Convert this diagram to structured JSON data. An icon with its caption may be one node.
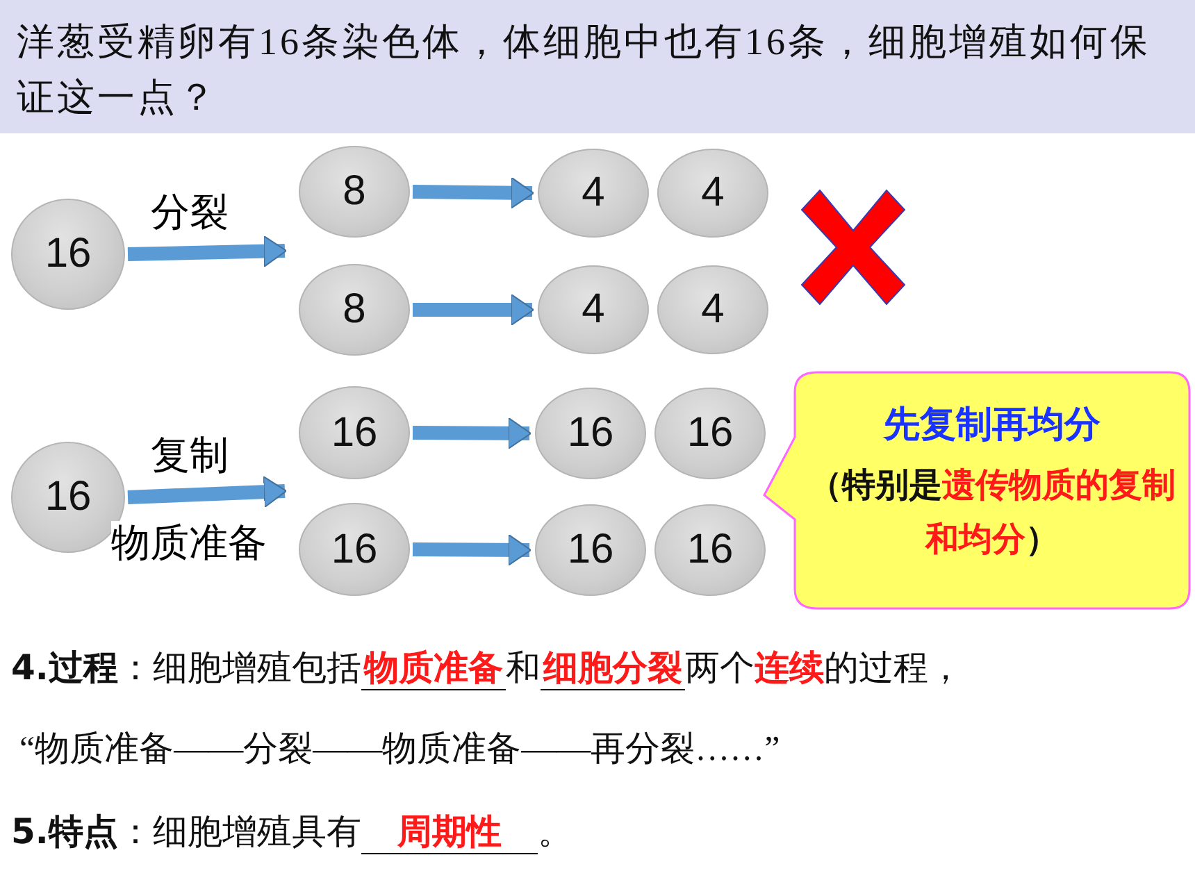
{
  "diagram": {
    "title": "洋葱受精卵有16条染色体，体细胞中也有16条，细胞增殖如何保证这一点？",
    "nodes": [
      {
        "text": [
          "16"
        ]
      },
      {
        "text": [
          "8"
        ]
      },
      {
        "text": [
          "8"
        ]
      },
      {
        "text": [
          "4"
        ]
      },
      {
        "text": [
          "4"
        ]
      },
      {
        "text": [
          "4"
        ]
      },
      {
        "text": [
          "4"
        ]
      },
      {
        "text": [
          "16"
        ]
      },
      {
        "text": [
          "16"
        ]
      },
      {
        "text": [
          "16"
        ]
      },
      {
        "text": [
          "16"
        ]
      },
      {
        "text": [
          "16"
        ]
      },
      {
        "text": [
          "16"
        ]
      },
      {
        "text": [
          "16"
        ]
      },
      {
        "text": [
          "先复制再均分",
          "（特别是**遗传物质的复制和均分**）"
        ]
      }
    ],
    "edges": [
      {
        "from": 0,
        "to": 1,
        "arrow": "to",
        "label": "分裂"
      },
      {
        "from": 0,
        "to": 2,
        "arrow": "to"
      },
      {
        "from": 1,
        "to": 3,
        "arrow": "to"
      },
      {
        "from": 2,
        "to": 5,
        "arrow": "to"
      },
      {
        "from": 7,
        "to": 8,
        "arrow": "to",
        "label": "复制"
      },
      {
        "from": 7,
        "to": 9,
        "arrow": "to",
        "label": "物质准备"
      },
      {
        "from": 8,
        "to": 10,
        "arrow": "to"
      },
      {
        "from": 9,
        "to": 12,
        "arrow": "to"
      }
    ],
    "labels": [
      "**4.过程**：细胞增殖包括**物质准备**和**细胞分裂**两个**连续**的过程，",
      "“物质准备——分裂——物质准备——再分裂……”",
      "**5.特点**：细胞增殖具有**周期性**。"
    ]
  }
}
